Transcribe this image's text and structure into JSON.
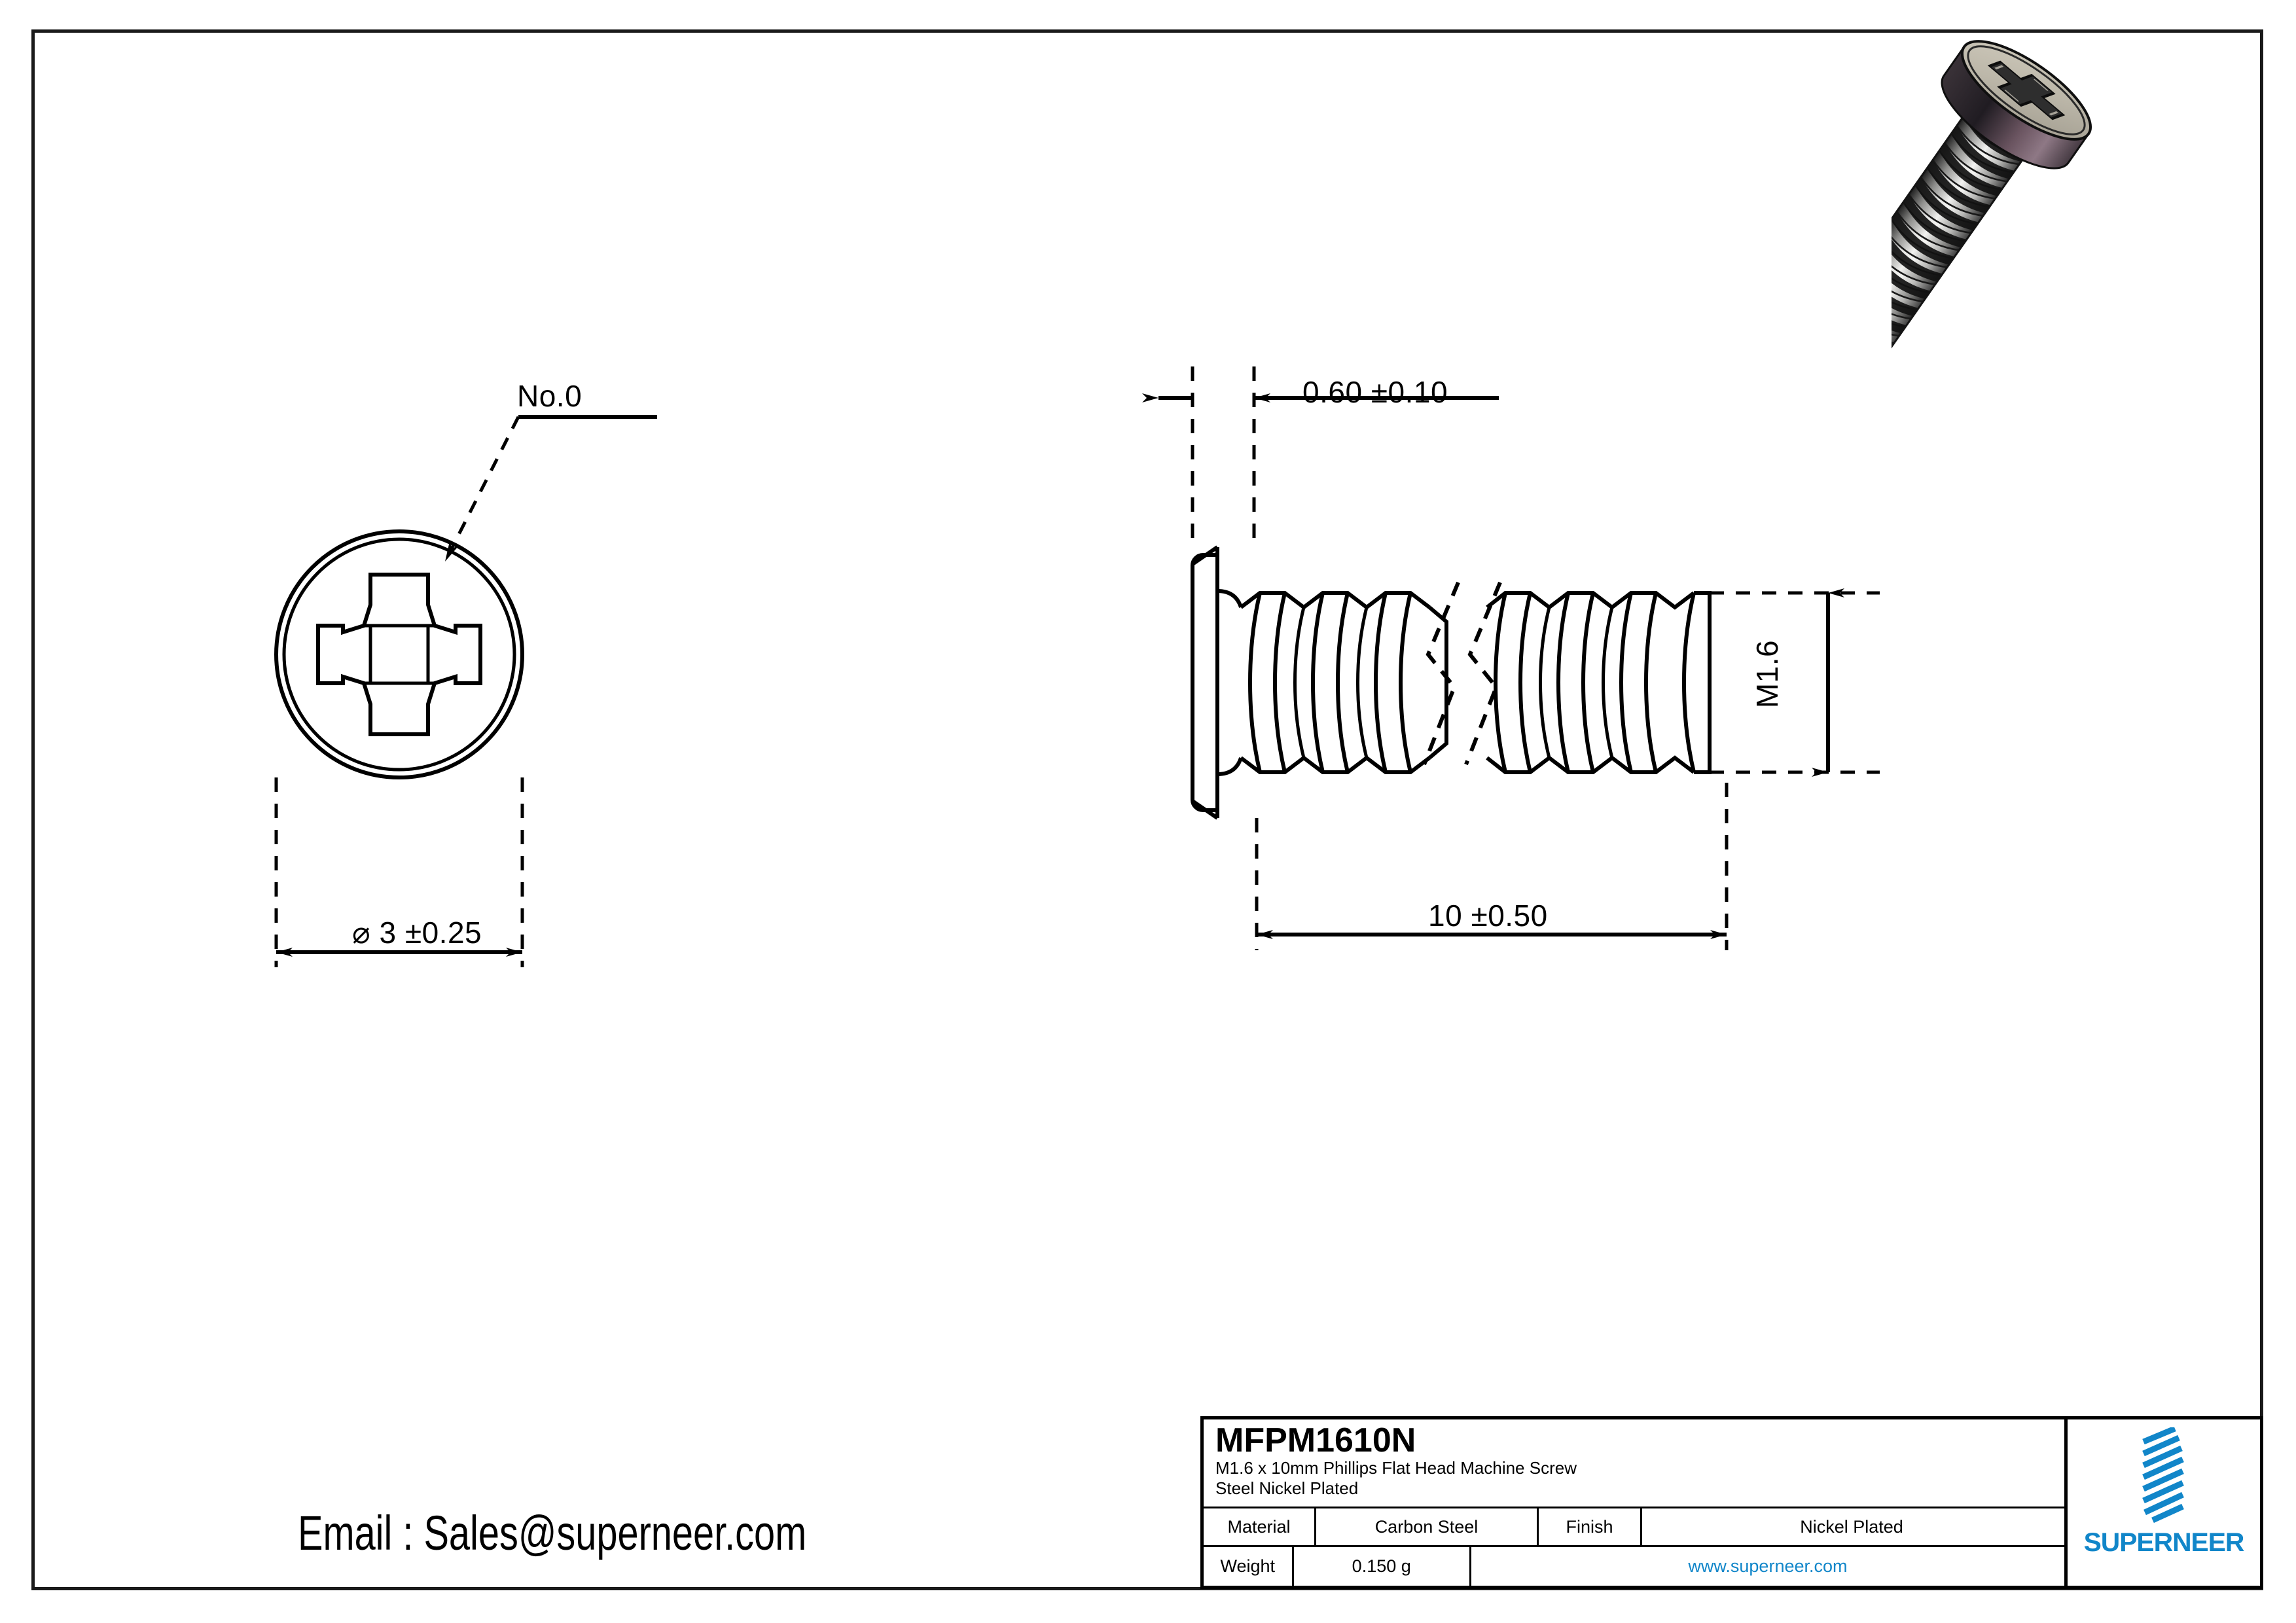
{
  "sheet": {
    "background_color": "#ffffff",
    "frame_color": "#1a1a1a"
  },
  "drawing": {
    "views": [
      {
        "name": "top-view",
        "description": "Head top view: circle with Phillips cross recess"
      },
      {
        "name": "side-view",
        "description": "Side elevation: flat head with threaded shank, broken view"
      },
      {
        "name": "iso-render",
        "description": "3D shaded isometric render of the screw"
      }
    ],
    "callouts": {
      "driver_size": "No.0"
    },
    "dimensions": {
      "head_diameter": "⌀ 3 ±0.25",
      "head_thickness": "0.60 ±0.10",
      "overall_length": "10 ±0.50",
      "thread_size": "M1.6"
    }
  },
  "contact": {
    "email_line": "Email : Sales@superneer.com"
  },
  "title_block": {
    "part_number": "MFPM1610N",
    "description_line1": "M1.6 x 10mm Phillips Flat Head Machine Screw",
    "description_line2": "Steel Nickel Plated",
    "rows": [
      {
        "label": "Material",
        "value": "Carbon Steel",
        "label2": "Finish",
        "value2": "Nickel Plated"
      },
      {
        "label": "Weight",
        "value": "0.150 g",
        "website": "www.superneer.com"
      }
    ],
    "brand": {
      "wordmark": "SUPERNEER",
      "accent_color": "#1186c9",
      "logo_icon": "diagonal-bars-logo"
    }
  }
}
